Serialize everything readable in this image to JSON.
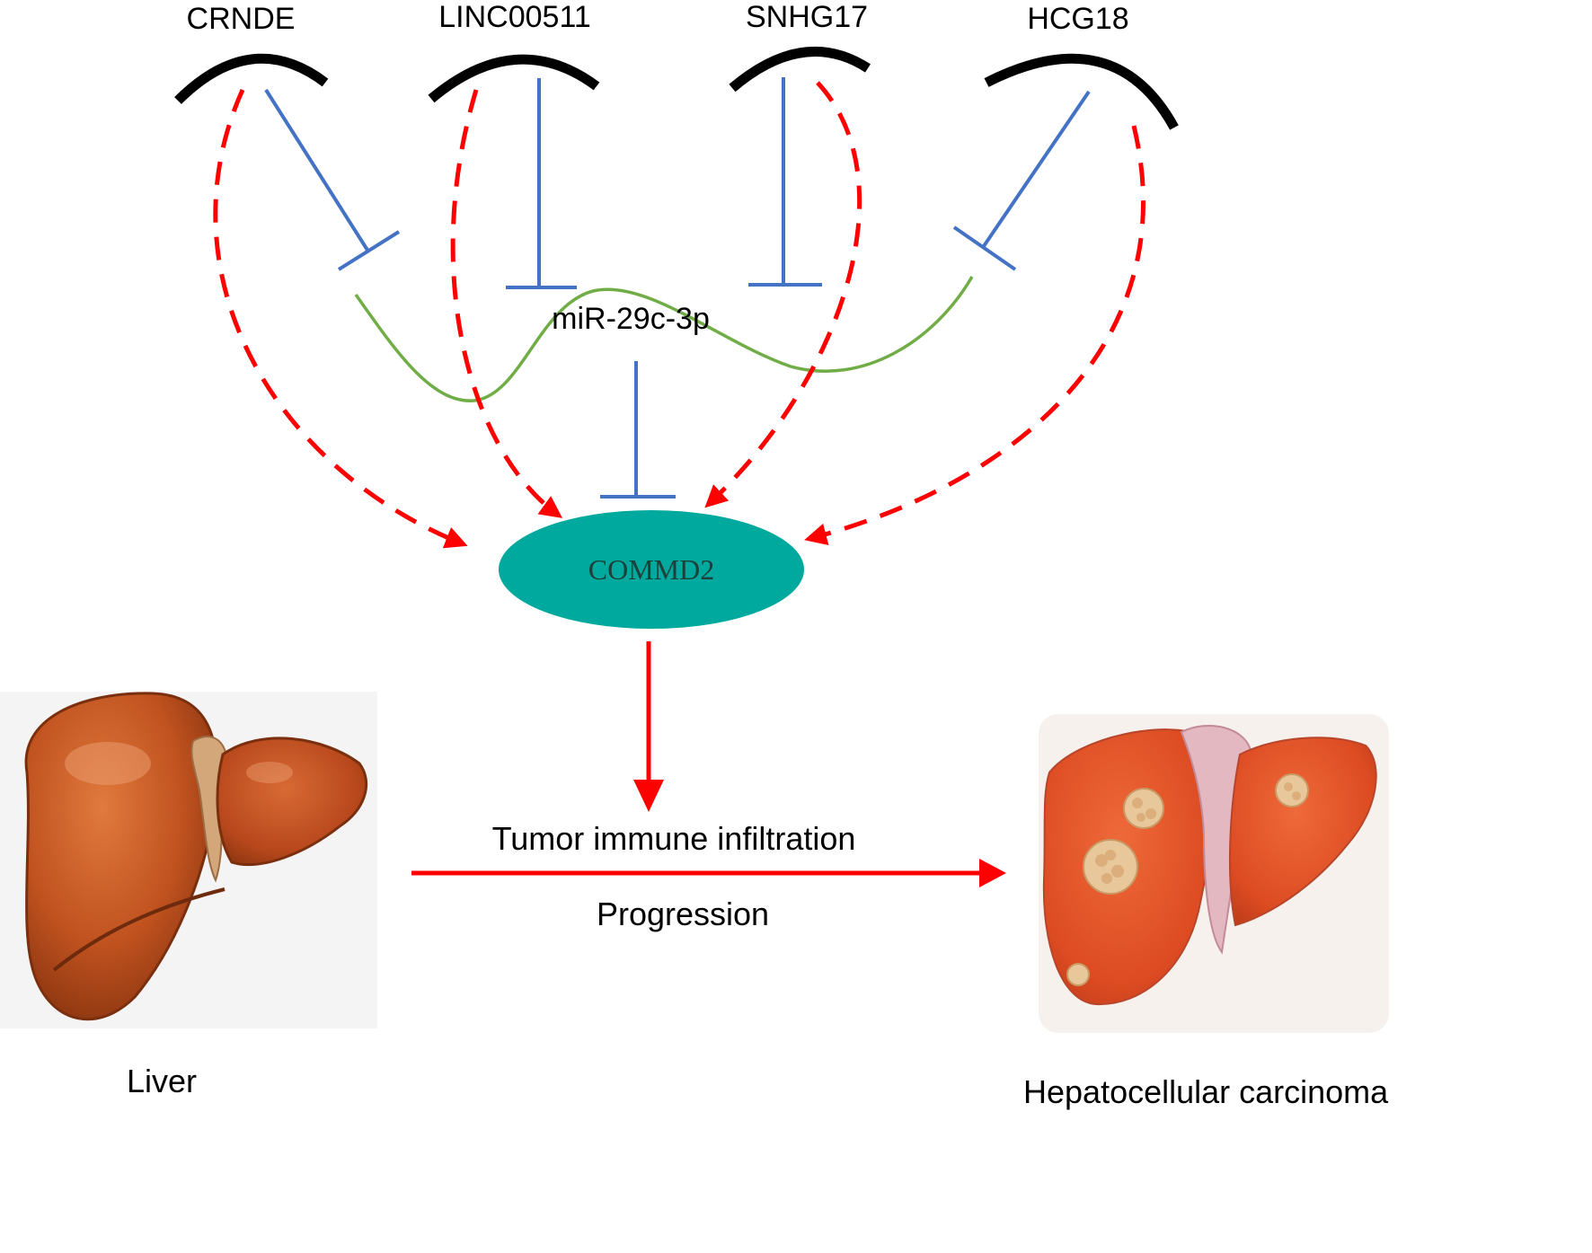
{
  "lncrnas": [
    {
      "id": "crnde",
      "label": "CRNDE"
    },
    {
      "id": "linc00511",
      "label": "LINC00511"
    },
    {
      "id": "snhg17",
      "label": "SNHG17"
    },
    {
      "id": "hcg18",
      "label": "HCG18"
    }
  ],
  "mirna": {
    "label": "miR-29c-3p"
  },
  "target": {
    "label": "COMMD2"
  },
  "outcome": {
    "effect_label": "Tumor immune infiltration",
    "process_label": "Progression"
  },
  "images": {
    "normal_label": "Liver",
    "disease_label": "Hepatocellular carcinoma"
  },
  "colors": {
    "inhibition": "#4472c4",
    "promotion": "#ff0000",
    "mirna_curve": "#70ad47",
    "target_fill": "#00a99d",
    "cap": "#000000",
    "liver_dark": "#8a3510",
    "liver_mid": "#c0521f",
    "liver_light": "#e07a3e",
    "tumor_fill": "#e8c79a"
  },
  "icons": {
    "inhibition": "t-bar-inhibition-icon",
    "promotion": "arrowhead-icon",
    "normal_organ": "liver-icon",
    "diseased_organ": "liver-tumor-icon"
  }
}
